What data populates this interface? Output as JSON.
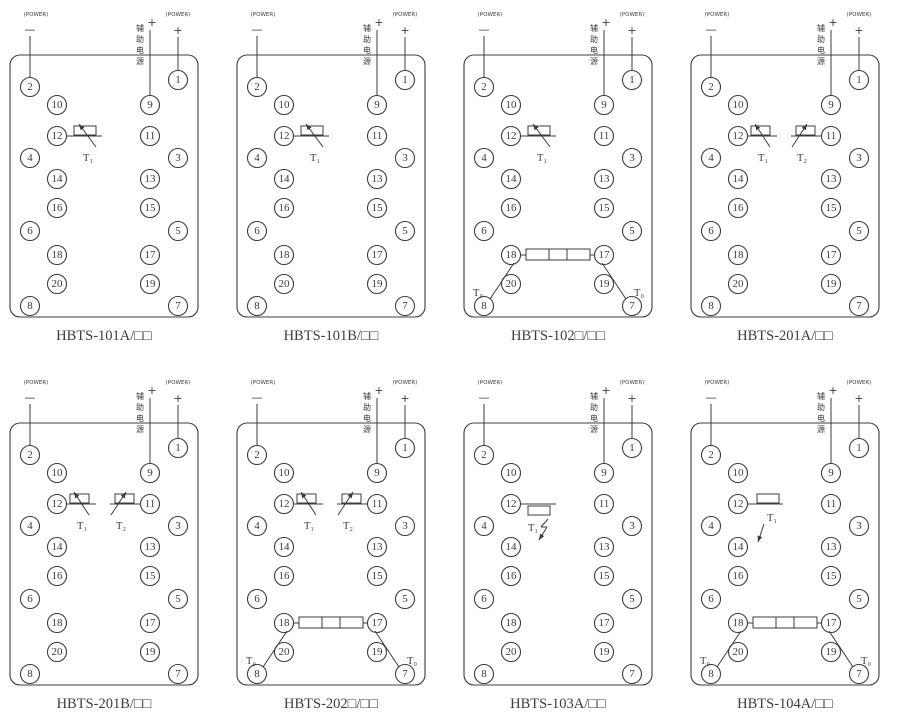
{
  "page": {
    "background": "#ffffff",
    "ink": "#3c3c3c"
  },
  "power": {
    "left_label": "(POWER)",
    "left_sign": "—",
    "aux_chars": [
      "辅",
      "助",
      "电",
      "源"
    ],
    "aux_sign": "+",
    "right_label": "(POWER)",
    "right_sign": "+"
  },
  "terminals": {
    "top_left": "2",
    "top_right": "1",
    "inner_left": [
      "10",
      "12",
      "14",
      "16",
      "18",
      "20"
    ],
    "inner_right": [
      "9",
      "11",
      "13",
      "15",
      "17",
      "19"
    ],
    "outer_left": [
      "4",
      "6",
      "8"
    ],
    "outer_right": [
      "3",
      "5",
      "7"
    ]
  },
  "panels": [
    {
      "model": "HBTS-101A/□□",
      "switches": [
        {
          "label": "T₁",
          "type": "contact-left"
        }
      ]
    },
    {
      "model": "HBTS-101B/□□",
      "switches": [
        {
          "label": "T₁",
          "type": "contact-left"
        }
      ]
    },
    {
      "model": "HBTS-102□/□□",
      "switches": [
        {
          "label": "T₁",
          "type": "contact-left"
        },
        {
          "label": "T₀",
          "type": "delay-bottom-left"
        },
        {
          "label": "T₀",
          "type": "delay-bottom-right"
        }
      ]
    },
    {
      "model": "HBTS-201A/□□",
      "switches": [
        {
          "label": "T₁",
          "type": "contact-left-small"
        },
        {
          "label": "T₂",
          "type": "contact-right"
        }
      ]
    },
    {
      "model": "HBTS-201B/□□",
      "switches": [
        {
          "label": "T₁",
          "type": "contact-left-small"
        },
        {
          "label": "T₂",
          "type": "contact-right"
        }
      ]
    },
    {
      "model": "HBTS-202□/□□",
      "switches": [
        {
          "label": "T₁",
          "type": "contact-left-small"
        },
        {
          "label": "T₂",
          "type": "contact-right"
        },
        {
          "label": "T₀",
          "type": "delay-bottom-left"
        },
        {
          "label": "T₀",
          "type": "delay-bottom-right"
        }
      ]
    },
    {
      "model": "HBTS-103A/□□",
      "switches": [
        {
          "label": "T₁",
          "type": "contact-left-down"
        }
      ]
    },
    {
      "model": "HBTS-104A/□□",
      "switches": [
        {
          "label": "T₁",
          "type": "contact-left-down2"
        },
        {
          "label": "T₀",
          "type": "delay-bottom-left"
        },
        {
          "label": "T₀",
          "type": "delay-bottom-right"
        }
      ]
    }
  ]
}
